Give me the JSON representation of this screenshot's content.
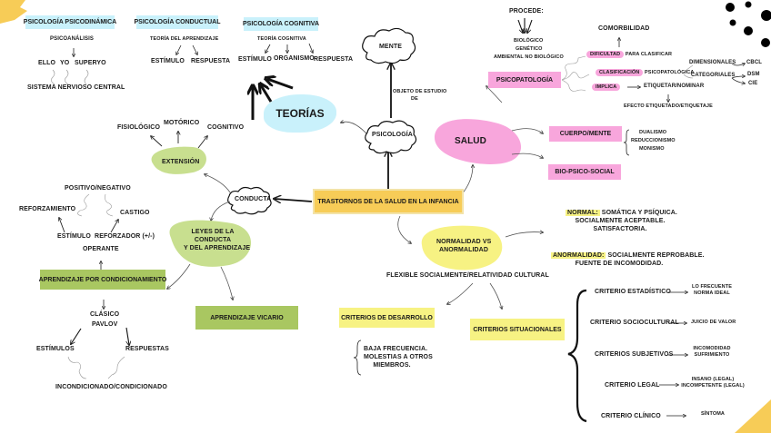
{
  "colors": {
    "blue": "#c9f1fb",
    "pink": "#f8a6dc",
    "green": "#a9c761",
    "light_green": "#c8df8f",
    "yellow": "#f7f283",
    "orange": "#f7cc57",
    "orange_border": "#f3d27a"
  },
  "center": {
    "title": "TRASTORNOS DE LA SALUD EN LA INFANCIA"
  },
  "theories": {
    "label": "TEORÍAS",
    "psicodinamica": {
      "title": "PSICOLOGÍA PSICODINÁMICA",
      "sub": "PSICOANÁLISIS",
      "items": [
        "ELLO",
        "YO",
        "SUPERYO"
      ],
      "base": "SISTEMA NERVIOSO CENTRAL"
    },
    "conductual": {
      "title": "PSICOLOGÍA CONDUCTUAL",
      "sub": "TEORÍA DEL APRENDIZAJE",
      "items": [
        "ESTÍMULO",
        "RESPUESTA"
      ]
    },
    "cognitiva": {
      "title": "PSICOLOGÍA COGNITIVA",
      "sub": "TEORÍA COGNITIVA",
      "items": [
        "ESTÍMULO",
        "ORGANISMO",
        "RESPUESTA"
      ]
    }
  },
  "psicologia": {
    "label": "PSICOLOGÍA",
    "mente": "MENTE",
    "objeto": [
      "OBJETO DE ESTUDIO",
      "DE"
    ]
  },
  "salud": {
    "label": "SALUD",
    "cuerpo_mente": "CUERPO/MENTE",
    "cuerpo_mente_items": [
      "DUALISMO",
      "REDUCCIONISMO",
      "MONISMO"
    ],
    "bio": "BIO-PSICO-SOCIAL"
  },
  "psicopatologia": {
    "label": "PSICOPATOLOGÍA",
    "procede": "PROCEDE:",
    "origins": [
      "BIOLÓGICO",
      "GENÉTICO",
      "AMBIENTAL NO BIOLÓGICO"
    ],
    "comorbilidad": "COMORBILIDAD",
    "dificultad_hl": "DIFICULTAD",
    "dificultad_rest": "PARA CLASIFICAR",
    "clasificacion_hl": "CLASIFICACIÓN",
    "clasificacion_rest": "PSICOPATOLÓGICA",
    "implica_hl": "IMPLICA",
    "etiquetar": "ETIQUETAR/NOMINAR",
    "efecto": "EFECTO ETIQUETADO/ETIQUETAJE",
    "dimensionales": "DIMENSIONALES",
    "cbcl": "CBCL",
    "categoriales": "CATEGORIALES",
    "dsm": "DSM",
    "cie": "CIE"
  },
  "conducta": {
    "label": "CONDUCTA",
    "extension": "EXTENSIÓN",
    "extension_items": [
      "FISIOLÓGICO",
      "MOTÓRICO",
      "COGNITIVO"
    ],
    "leyes": [
      "LEYES DE LA",
      "CONDUCTA",
      "Y DEL APRENDIZAJE"
    ],
    "condicionamiento": "APRENDIZAJE POR CONDICIONAMIENTO",
    "vicario": "APRENDIZAJE VICARIO",
    "operante": "OPERANTE",
    "estimulo_reforzador": "ESTÍMULO  REFORZADOR (+/-)",
    "reforzamiento": "REFORZAMIENTO",
    "castigo": "CASTIGO",
    "positivo_negativo": "POSITIVO/NEGATIVO",
    "clasico": [
      "CLÁSICO",
      "PAVLOV"
    ],
    "estimulos": "ESTÍMULOS",
    "respuestas": "RESPUESTAS",
    "incondicionado": "INCONDICIONADO/CONDICIONADO"
  },
  "normalidad": {
    "label": [
      "NORMALIDAD VS",
      "ANORMALIDAD"
    ],
    "normal_hl": "NORMAL:",
    "normal_lines": [
      "SOMÁTICA Y PSÍQUICA.",
      "SOCIALMENTE ACEPTABLE.",
      "SATISFACTORIA."
    ],
    "anormal_hl": "ANORMALIDAD:",
    "anormal_lines": [
      "SOCIALMENTE REPROBABLE.",
      "FUENTE DE INCOMODIDAD."
    ],
    "flexible": "FLEXIBLE SOCIALMENTE/RELATIVIDAD CULTURAL",
    "desarrollo": "CRITERIOS DE DESARROLLO",
    "desarrollo_items": [
      "BAJA FRECUENCIA.",
      "MOLESTIAS A OTROS",
      "MIEMBROS."
    ],
    "situacionales": "CRITERIOS SITUACIONALES",
    "criterios": [
      {
        "name": "CRITERIO ESTADÍSTICO",
        "result": [
          "LO FRECUENTE",
          "NORMA IDEAL"
        ]
      },
      {
        "name": "CRITERIO SOCIOCULTURAL",
        "result": [
          "JUICIO DE VALOR"
        ]
      },
      {
        "name": "CRITERIOS SUBJETIVOS",
        "result": [
          "INCOMODIDAD",
          "SUFRIMIENTO"
        ]
      },
      {
        "name": "CRITERIO LEGAL",
        "result": [
          "INSANO (LEGAL)",
          "INCOMPETENTE (LEGAL)"
        ]
      },
      {
        "name": "CRITERIO CLÍNICO",
        "result": [
          "SÍNTOMA"
        ]
      }
    ]
  }
}
